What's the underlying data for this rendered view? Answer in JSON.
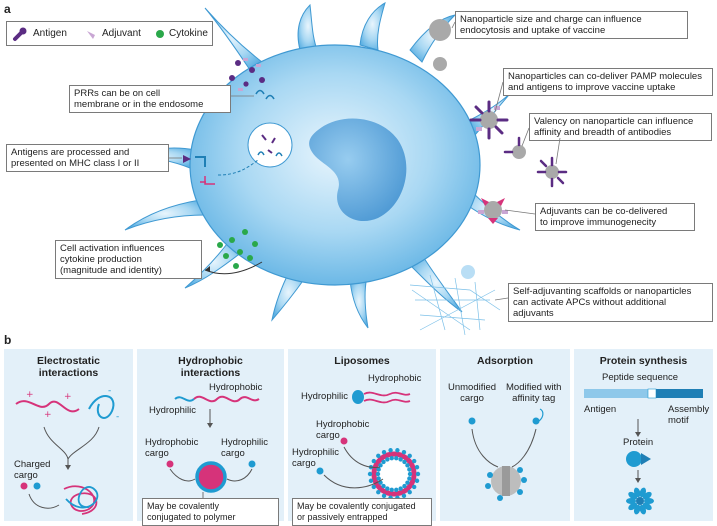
{
  "panel_a": {
    "letter": "a",
    "legend": {
      "antigen": "Antigen",
      "adjuvant": "Adjuvant",
      "cytokine": "Cytokine"
    },
    "labels": {
      "size": [
        "Nanoparticle size and charge can influence",
        "endocytosis and uptake of vaccine"
      ],
      "pamp": [
        "Nanoparticles can co-deliver PAMP molecules",
        "and antigens to improve vaccine uptake"
      ],
      "valency": [
        "Valency on nanoparticle can influence",
        "affinity and breadth of antibodies"
      ],
      "prr": [
        "PRRs can be on cell",
        "membrane or in the endosome"
      ],
      "mhc": [
        "Antigens are processed and",
        "presented on MHC class I or II"
      ],
      "adjuvant": [
        "Adjuvants can be co-delivered",
        "to improve immunogenecity"
      ],
      "cytokine": [
        "Cell activation influences",
        "cytokine production",
        "(magnitude and identity)"
      ],
      "scaffold": [
        "Self-adjuvanting scaffolds or nanoparticles",
        "can activate APCs without additional",
        "adjuvants"
      ]
    },
    "colors": {
      "cell": "#8dc8ec",
      "cell_edge": "#3f99d2",
      "antigen": "#5b2c83",
      "adjuvant": "#c9a6d4",
      "cytokine": "#2aa84a",
      "particle": "#a9a9a9"
    }
  },
  "panel_b": {
    "letter": "b",
    "electrostatic": {
      "title": [
        "Electrostatic",
        "interactions"
      ],
      "cargo": [
        "Charged",
        "cargo"
      ]
    },
    "hydrophobic": {
      "title": [
        "Hydrophobic",
        "interactions"
      ],
      "hydrophobic": "Hydrophobic",
      "hydrophilic": "Hydrophilic",
      "hydrophobic_cargo": [
        "Hydrophobic",
        "cargo"
      ],
      "hydrophilic_cargo": [
        "Hydrophilic",
        "cargo"
      ],
      "note": [
        "May be covalently",
        "conjugated to polymer"
      ]
    },
    "liposomes": {
      "title": "Liposomes",
      "hydrophobic": "Hydrophobic",
      "hydrophilic": "Hydrophilic",
      "hydrophobic_cargo": [
        "Hydrophobic",
        "cargo"
      ],
      "hydrophilic_cargo": [
        "Hydrophilic",
        "cargo"
      ],
      "note": [
        "May be covalently conjugated",
        "or passively entrapped"
      ]
    },
    "adsorption": {
      "title": "Adsorption",
      "unmodified": [
        "Unmodified",
        "cargo"
      ],
      "modified": [
        "Modified with",
        "affinity tag"
      ]
    },
    "protein": {
      "title": "Protein synthesis",
      "peptide": "Peptide sequence",
      "antigen": "Antigen",
      "motif": [
        "Assembly",
        "motif"
      ],
      "protein": "Protein"
    },
    "colors": {
      "panel_bg": "#e3f0f9",
      "pink": "#d6337a",
      "blue": "#1f9bd1",
      "grey": "#a0a0a0"
    }
  }
}
